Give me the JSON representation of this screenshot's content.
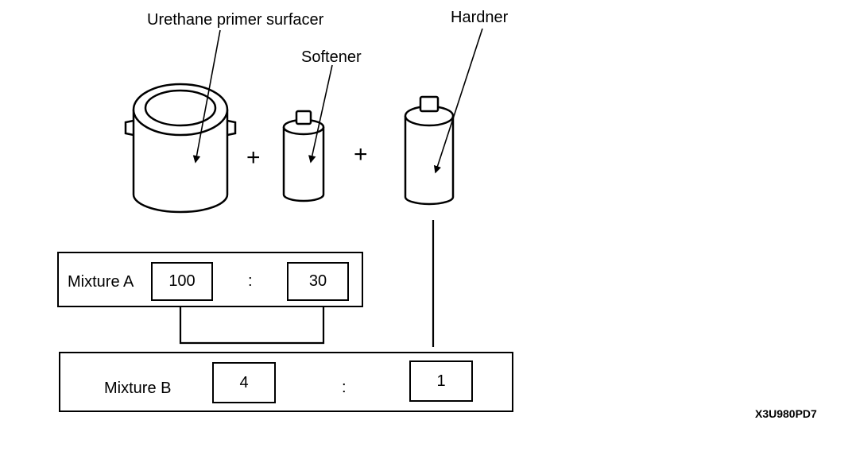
{
  "labels": {
    "primer": "Urethane primer surfacer",
    "softener": "Softener",
    "hardener": "Hardner"
  },
  "operators": {
    "plus": "+",
    "colon": ":"
  },
  "mixture_a": {
    "label": "Mixture A",
    "left_value": "100",
    "right_value": "30"
  },
  "mixture_b": {
    "label": "Mixture B",
    "left_value": "4",
    "right_value": "1"
  },
  "figure_code": "X3U980PD7"
}
